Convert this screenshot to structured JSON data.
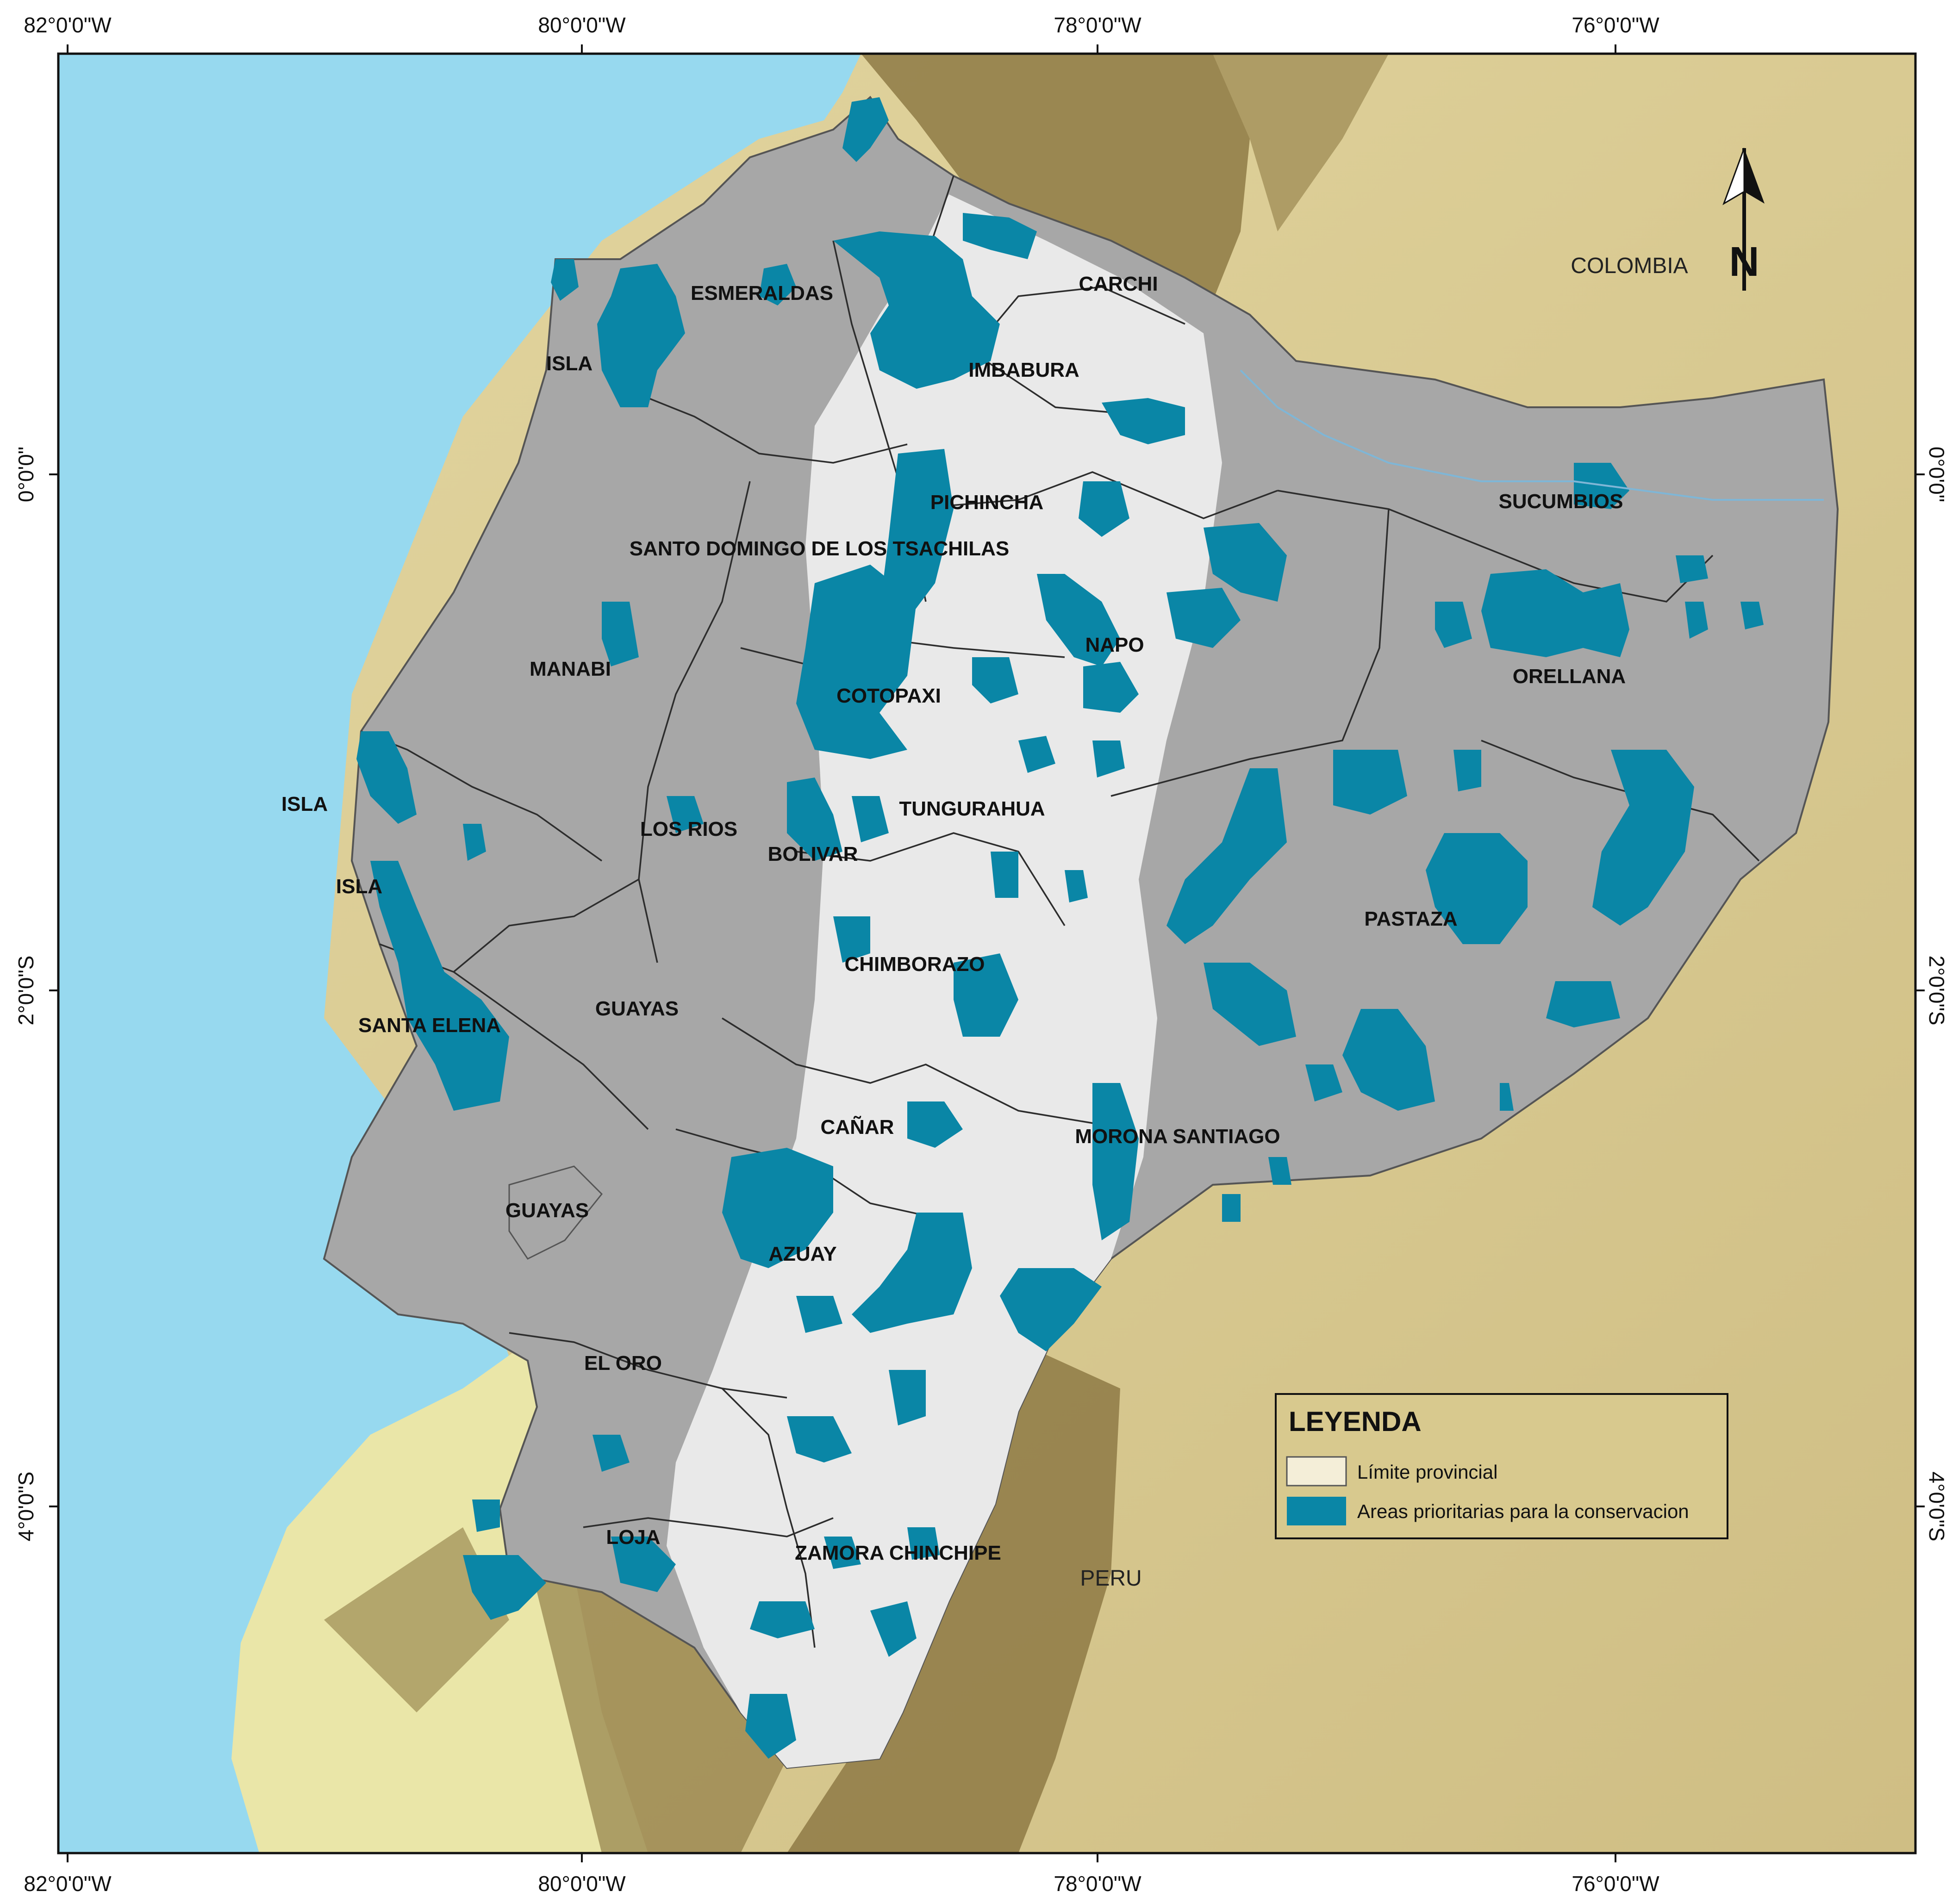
{
  "map": {
    "axes": {
      "top_ticks": [
        "82°0'0\"W",
        "80°0'0\"W",
        "78°0'0\"W",
        "76°0'0\"W"
      ],
      "bottom_ticks": [
        "82°0'0\"W",
        "80°0'0\"W",
        "78°0'0\"W",
        "76°0'0\"W"
      ],
      "left_ticks": [
        "0°0'0\"",
        "2°0'0\"S",
        "4°0'0\"S"
      ],
      "right_ticks": [
        "0°0'0\"",
        "2°0'0\"S",
        "4°0'0\"S"
      ]
    },
    "countries": {
      "colombia": "COLOMBIA",
      "peru": "PERU"
    },
    "provinces": {
      "esmeraldas": "ESMERALDAS",
      "carchi": "CARCHI",
      "imbabura": "IMBABURA",
      "isla_1": "ISLA",
      "pichincha": "PICHINCHA",
      "santo_domingo": "SANTO DOMINGO DE LOS TSACHILAS",
      "sucumbios": "SUCUMBIOS",
      "napo": "NAPO",
      "manabi": "MANABI",
      "orellana": "ORELLANA",
      "cotopaxi": "COTOPAXI",
      "isla_2": "ISLA",
      "los_rios": "LOS RIOS",
      "tungurahua": "TUNGURAHUA",
      "bolivar": "BOLIVAR",
      "isla_3": "ISLA",
      "pastaza": "PASTAZA",
      "chimborazo": "CHIMBORAZO",
      "guayas_1": "GUAYAS",
      "santa_elena": "SANTA ELENA",
      "canar": "CAÑAR",
      "morona_santiago": "MORONA SANTIAGO",
      "guayas_2": "GUAYAS",
      "azuay": "AZUAY",
      "el_oro": "EL ORO",
      "loja": "LOJA",
      "zamora_chinchipe": "ZAMORA CHINCHIPE"
    },
    "north_arrow_letter": "N",
    "legend": {
      "title": "LEYENDA",
      "items": [
        {
          "label": "Límite provincial",
          "swatch_color": "#f4eed8"
        },
        {
          "label": "Areas prioritarias para la conservacion",
          "swatch_color": "#0a86a6"
        }
      ]
    },
    "colors": {
      "ocean": "#97d9ef",
      "ecuador": "#a7a7a7",
      "andes": "#e9e9e9",
      "priority": "#0a86a6",
      "lowland": "#d8c98e",
      "mountain": "#8e7a45",
      "coastal": "#eae6a8"
    }
  }
}
